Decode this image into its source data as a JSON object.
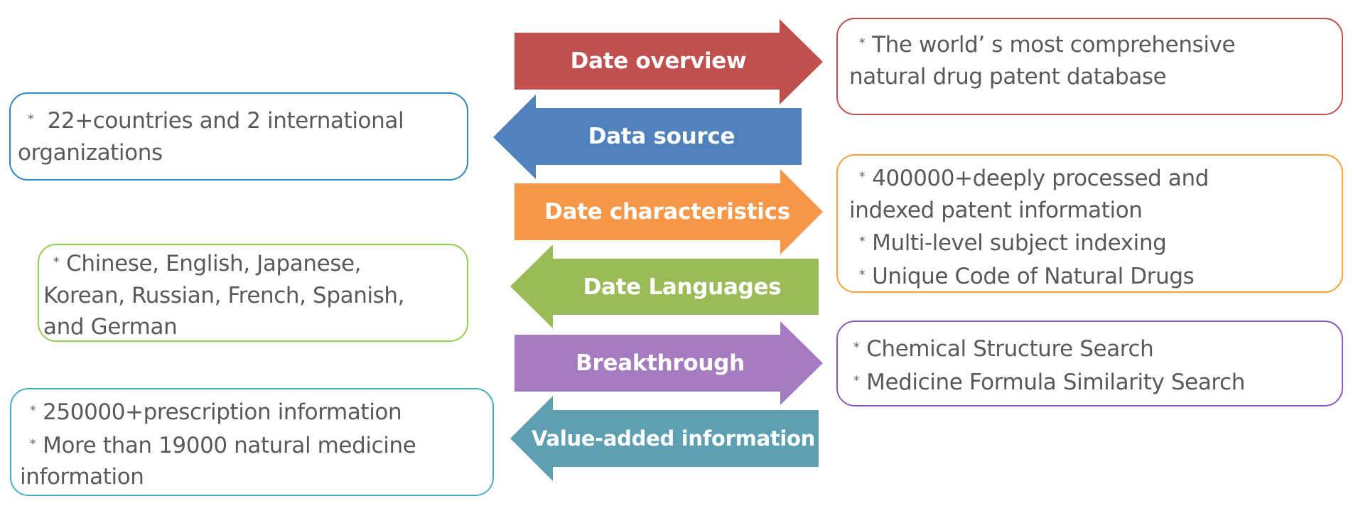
{
  "colors": {
    "overview": "#C0504D",
    "source": "#4F81BD",
    "characteristics": "#F79646",
    "languages": "#9BBB59",
    "breakthrough": "#A57BC1",
    "value_added": "#5EA0B2",
    "text": "#595959"
  },
  "bullet_icon": "*",
  "arrows": [
    {
      "label": "Date overview",
      "direction": "right"
    },
    {
      "label": "Data source",
      "direction": "left"
    },
    {
      "label": "Date characteristics",
      "direction": "right"
    },
    {
      "label": "Date Languages",
      "direction": "left"
    },
    {
      "label": "Breakthrough",
      "direction": "right"
    },
    {
      "label": "Value-added information",
      "direction": "left"
    }
  ],
  "boxes": {
    "overview": {
      "lines": [
        {
          "bullet": true,
          "text": "The world’ s most comprehensive"
        },
        {
          "bullet": false,
          "text": "natural drug patent database"
        }
      ]
    },
    "source": {
      "lines": [
        {
          "bullet": true,
          "text": " 22+countries and 2 international"
        },
        {
          "bullet": false,
          "text": "organizations"
        }
      ]
    },
    "characteristics": {
      "lines": [
        {
          "bullet": true,
          "text": "400000+deeply processed and"
        },
        {
          "bullet": false,
          "text": "indexed patent information"
        },
        {
          "bullet": true,
          "text": "Multi-level subject indexing"
        },
        {
          "bullet": true,
          "text": "Unique Code of Natural Drugs"
        }
      ]
    },
    "languages": {
      "lines": [
        {
          "bullet": true,
          "text": "Chinese, English, Japanese,"
        },
        {
          "bullet": false,
          "text": "Korean, Russian, French, Spanish,"
        },
        {
          "bullet": false,
          "text": "and German"
        }
      ]
    },
    "breakthrough": {
      "lines": [
        {
          "bullet": true,
          "text": "Chemical Structure Search"
        },
        {
          "bullet": true,
          "text": "Medicine Formula Similarity Search"
        }
      ]
    },
    "value_added": {
      "lines": [
        {
          "bullet": true,
          "text": "250000+prescription information"
        },
        {
          "bullet": true,
          "text": "More than 19000 natural medicine"
        },
        {
          "bullet": false,
          "text": "information"
        }
      ]
    }
  }
}
